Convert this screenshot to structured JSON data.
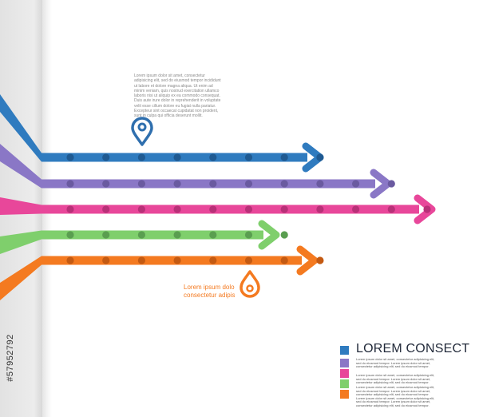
{
  "description_text": "Lorem ipsum dolor sit amet, consectetur adipisicing elit, sed do eiusmod tempor incididunt ut labore et dolore magna aliqua. Ut enim ad minim veniam, quis nostrud exercitation ullamco laboris nisi ut aliquip ex ea commodo consequat. Duis aute irure dolor in reprehenderit in voluptate velit esse cillum dolore eu fugiat nulla pariatur. Excepteur sint occaecat cupidatat non proident, sunt in culpa qui officia deserunt mollit.",
  "note": {
    "line1": "Lorem ipsum dolo",
    "line2": "consectetur adipis",
    "color": "#f47a20"
  },
  "legend": {
    "title": "LOREM CONSECT",
    "items": [
      {
        "color": "#2f7bbf",
        "lines": [
          "Lorem ipsum dolor sit amet, consectetur adipisicing elit,",
          "sed do eiusmod tempor. Lorem ipsum dolor sit amet,",
          "consectetur adipisicing elit, sed do eiusmod tempor."
        ]
      },
      {
        "color": "#8a77c6",
        "lines": []
      },
      {
        "color": "#e8479a",
        "lines": [
          "Lorem ipsum dolor sit amet, consectetur adipisicing elit,",
          "sed do eiusmod tempor. Lorem ipsum dolor sit amet,",
          "consectetur adipisicing elit, sed do eiusmod tempor."
        ]
      },
      {
        "color": "#7fcf6c",
        "lines": [
          "Lorem ipsum dolor sit amet, consectetur adipisicing elit,",
          "sed do eiusmod tempor. Lorem ipsum dolor sit amet,",
          "consectetur adipisicing elit, sed do eiusmod tempor."
        ]
      },
      {
        "color": "#f47a20",
        "lines": [
          "Lorem ipsum dolor sit amet, consectetur adipisicing elit,",
          "sed do eiusmod tempor. Lorem ipsum dolor sit amet,",
          "consectetur adipisicing elit, sed do eiusmod tempor."
        ]
      }
    ]
  },
  "arrows": [
    {
      "color": "#2f7bbf",
      "dot_color": "#1f5a92",
      "dots": 8
    },
    {
      "color": "#8a77c6",
      "dot_color": "#6a5aa0",
      "dots": 10
    },
    {
      "color": "#e8479a",
      "dot_color": "#b83078",
      "dots": 11
    },
    {
      "color": "#7fcf6c",
      "dot_color": "#5a9e50",
      "dots": 7
    },
    {
      "color": "#f47a20",
      "dot_color": "#c45a12",
      "dots": 8
    }
  ],
  "pins": [
    {
      "name": "location-pin-icon",
      "color": "#2f6fae",
      "style": "down"
    },
    {
      "name": "drop-pin-icon",
      "color": "#f47a20",
      "style": "up"
    }
  ],
  "stock_id": "#57952792"
}
